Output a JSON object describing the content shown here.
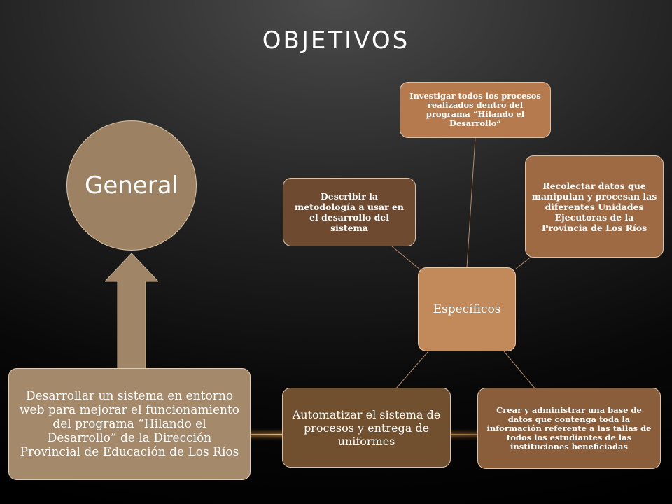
{
  "slide": {
    "title": "OBJETIVOS"
  },
  "general": {
    "label": "General",
    "description": "Desarrollar un sistema en entorno web para mejorar el funcionamiento del programa “Hilando el Desarrollo” de la Dirección Provincial de Educación de Los Ríos"
  },
  "especificos": {
    "label": "Específicos",
    "items": [
      {
        "id": "investigar",
        "text": "Investigar todos los procesos realizados dentro del programa “Hilando el Desarrollo”"
      },
      {
        "id": "recolectar",
        "text": "Recolectar datos que manipulan y procesan las diferentes Unidades Ejecutoras de la Provincia de Los Ríos"
      },
      {
        "id": "crear",
        "text": "Crear y administrar una base de datos que contenga toda la información referente a las tallas de todos los estudiantes de las instituciones beneficiadas"
      },
      {
        "id": "automatizar",
        "text": "Automatizar el sistema de procesos y entrega de uniformes"
      },
      {
        "id": "describir",
        "text": "Describir la metodología a usar en el desarrollo del sistema"
      }
    ]
  },
  "colors": {
    "general_circle": "#9c8263",
    "main_box": "#a4896b",
    "center_box": "#c28a5a",
    "arrow": "#a08566",
    "connector": "#b4896a"
  }
}
